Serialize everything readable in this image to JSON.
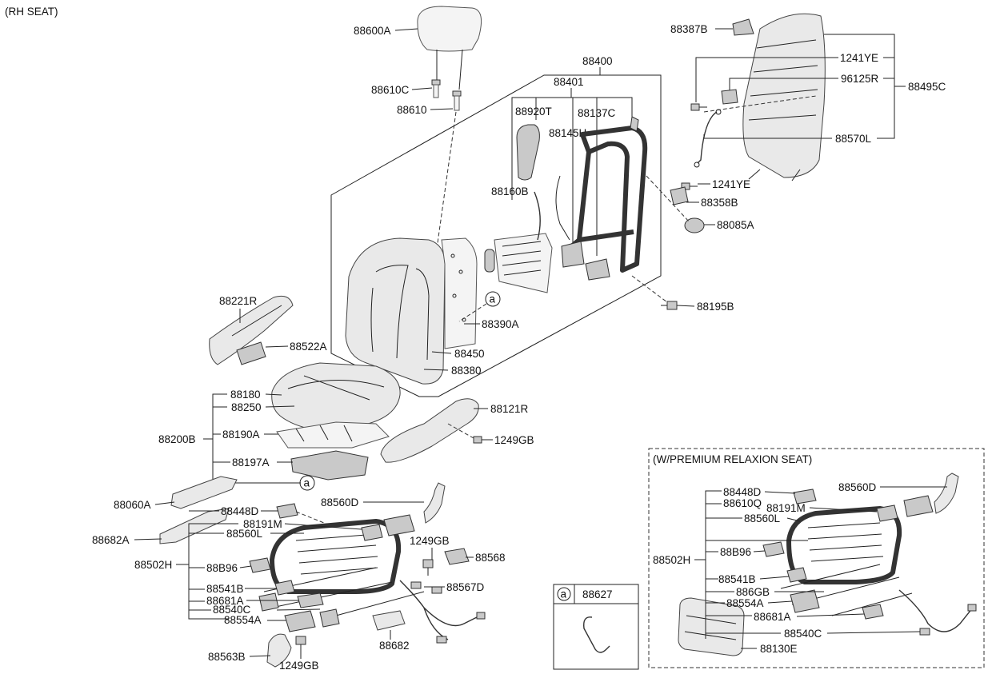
{
  "header": {
    "side_label": "(RH SEAT)"
  },
  "parts": {
    "p88600A": "88600A",
    "p88610C": "88610C",
    "p88610": "88610",
    "p88400": "88400",
    "p88401": "88401",
    "p88920T": "88920T",
    "p88137C": "88137C",
    "p88145H": "88145H",
    "p88160B": "88160B",
    "p88387B": "88387B",
    "p1241YE_a": "1241YE",
    "p96125R": "96125R",
    "p88495C": "88495C",
    "p88570L": "88570L",
    "p1241YE_b": "1241YE",
    "p88358B": "88358B",
    "p88085A": "88085A",
    "p88195B": "88195B",
    "p88221R": "88221R",
    "p88522A": "88522A",
    "p88390A": "88390A",
    "p88450": "88450",
    "p88380": "88380",
    "p88180": "88180",
    "p88250": "88250",
    "p88200B": "88200B",
    "p88190A": "88190A",
    "p88197A": "88197A",
    "p88121R": "88121R",
    "p1249GB_a": "1249GB",
    "p88060A": "88060A",
    "p88448D": "88448D",
    "p88560D": "88560D",
    "p88682A": "88682A",
    "p88191M": "88191M",
    "p88560L": "88560L",
    "p1249GB_b": "1249GB",
    "p88568": "88568",
    "p88502H": "88502H",
    "p88B96": "88B96",
    "p88567D": "88567D",
    "p88541B": "88541B",
    "p88681A": "88681A",
    "p88540C": "88540C",
    "p88554A": "88554A",
    "p88682": "88682",
    "p88563B": "88563B",
    "p1249GB_c": "1249GB"
  },
  "ref_marker": {
    "letter": "a"
  },
  "legend_box": {
    "letter": "a",
    "part": "88627"
  },
  "premium": {
    "title": "(W/PREMIUM RELAXION SEAT)",
    "p88448D": "88448D",
    "p88610Q": "88610Q",
    "p88560D": "88560D",
    "p88191M": "88191M",
    "p88560L": "88560L",
    "p88502H": "88502H",
    "p88B96": "88B96",
    "p88541B": "88541B",
    "p886GB": "886GB",
    "p88554A": "88554A",
    "p88681A": "88681A",
    "p88540C": "88540C",
    "p88130E": "88130E"
  }
}
